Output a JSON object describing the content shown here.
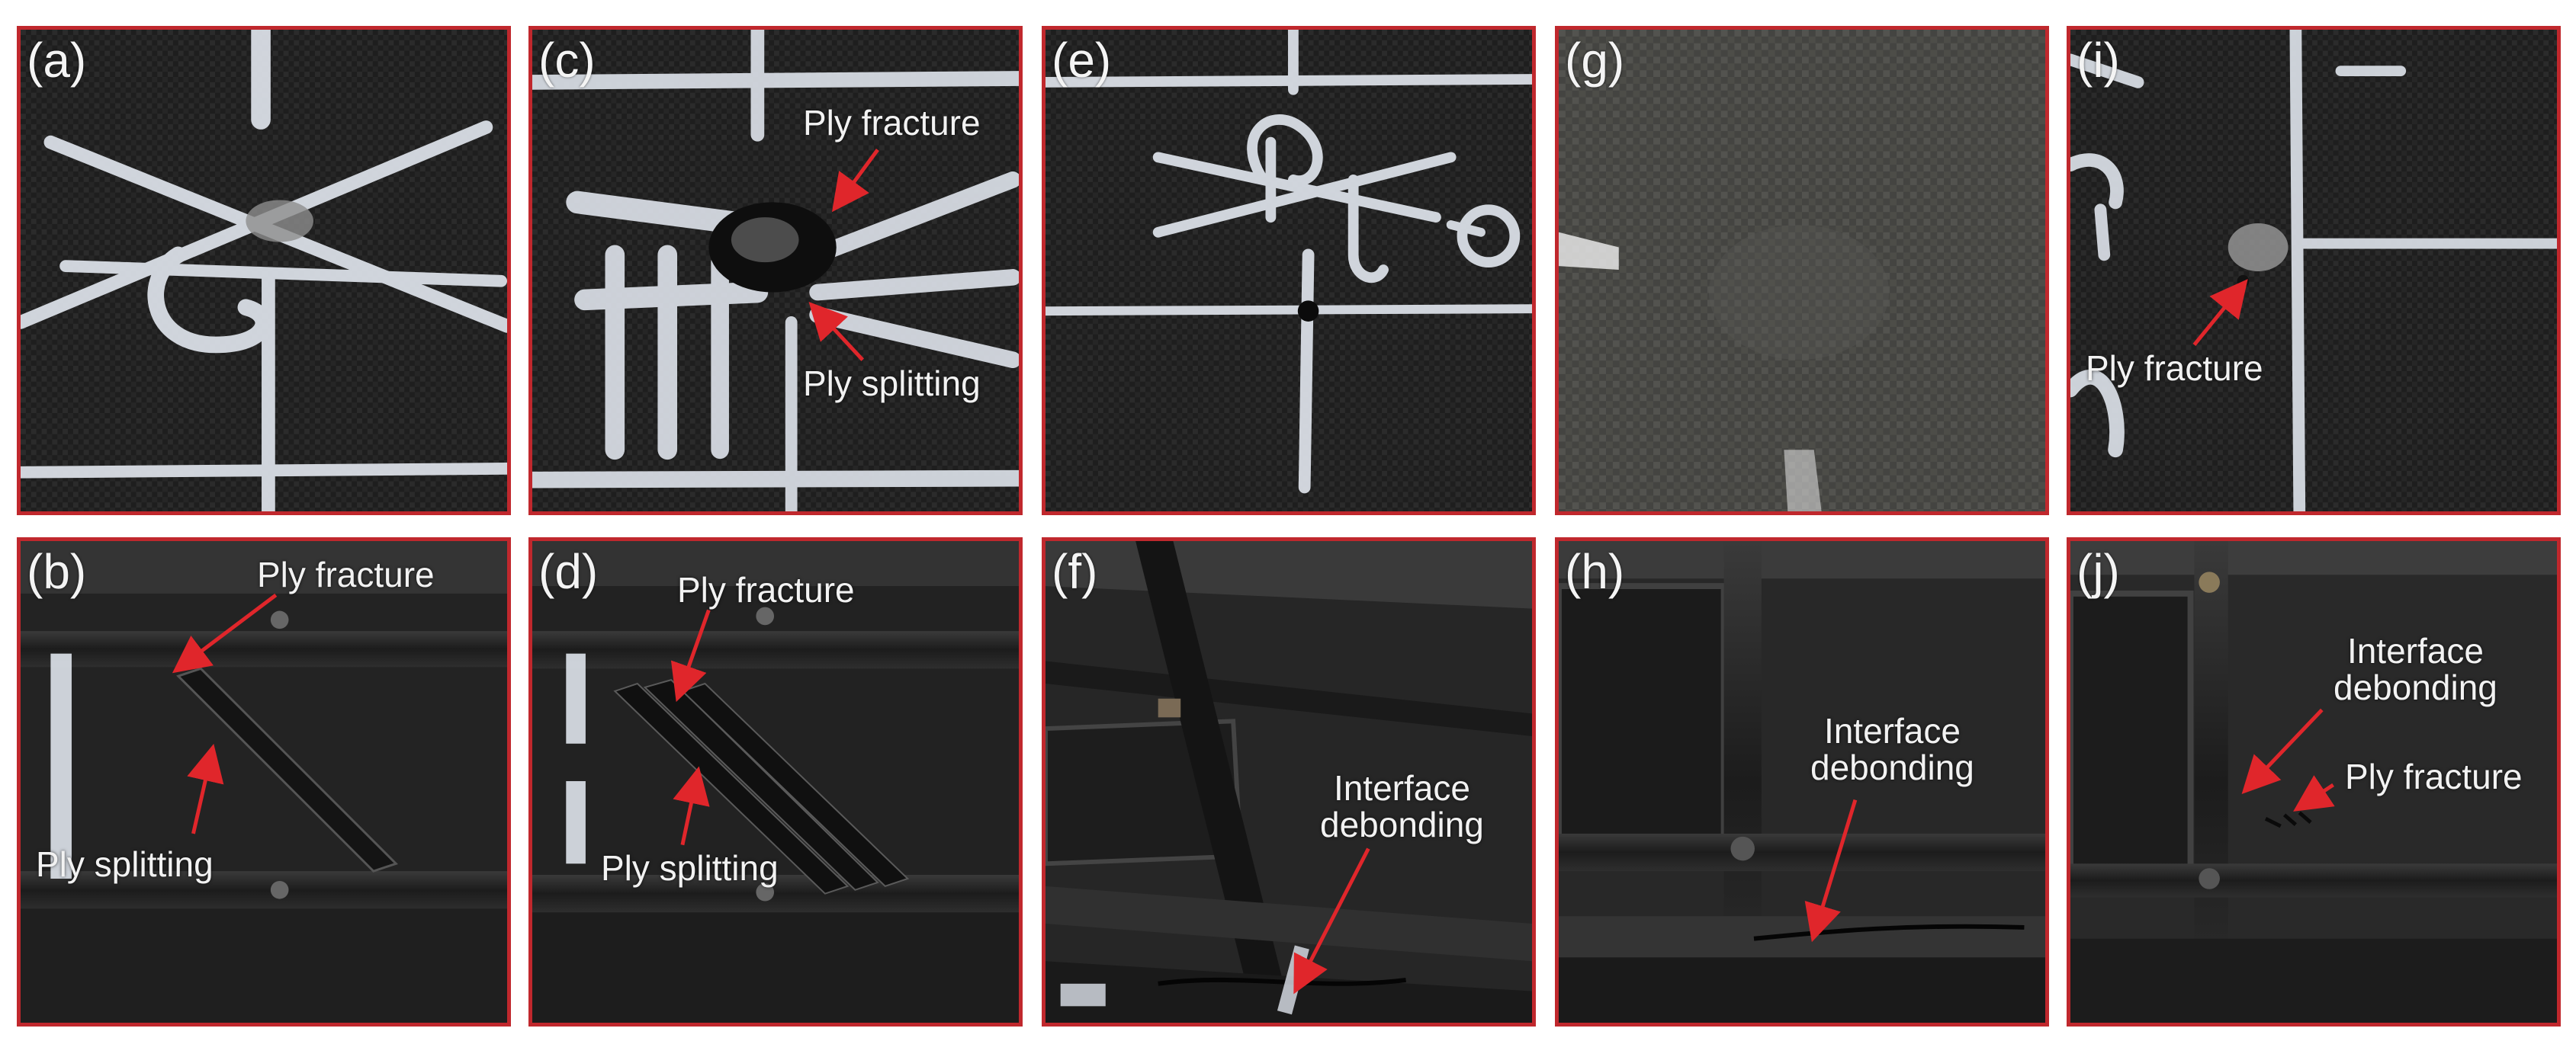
{
  "panels": [
    {
      "id": "a",
      "label": "(a)",
      "annotations": []
    },
    {
      "id": "b",
      "label": "(b)",
      "annotations": [
        "Ply fracture",
        "Ply splitting"
      ]
    },
    {
      "id": "c",
      "label": "(c)",
      "annotations": [
        "Ply fracture",
        "Ply splitting"
      ]
    },
    {
      "id": "d",
      "label": "(d)",
      "annotations": [
        "Ply fracture",
        "Ply splitting"
      ]
    },
    {
      "id": "e",
      "label": "(e)",
      "annotations": []
    },
    {
      "id": "f",
      "label": "(f)",
      "annotations": [
        "Interface\ndebonding"
      ]
    },
    {
      "id": "g",
      "label": "(g)",
      "annotations": []
    },
    {
      "id": "h",
      "label": "(h)",
      "annotations": [
        "Interface\ndebonding"
      ]
    },
    {
      "id": "i",
      "label": "(i)",
      "annotations": [
        "Ply fracture"
      ]
    },
    {
      "id": "j",
      "label": "(j)",
      "annotations": [
        "Interface\ndebonding",
        "Ply fracture"
      ]
    }
  ],
  "colors": {
    "frame": "#c0282d",
    "arrow": "#e0262b",
    "chalk": "#dfe4ec",
    "text": "#f2f2f2"
  }
}
